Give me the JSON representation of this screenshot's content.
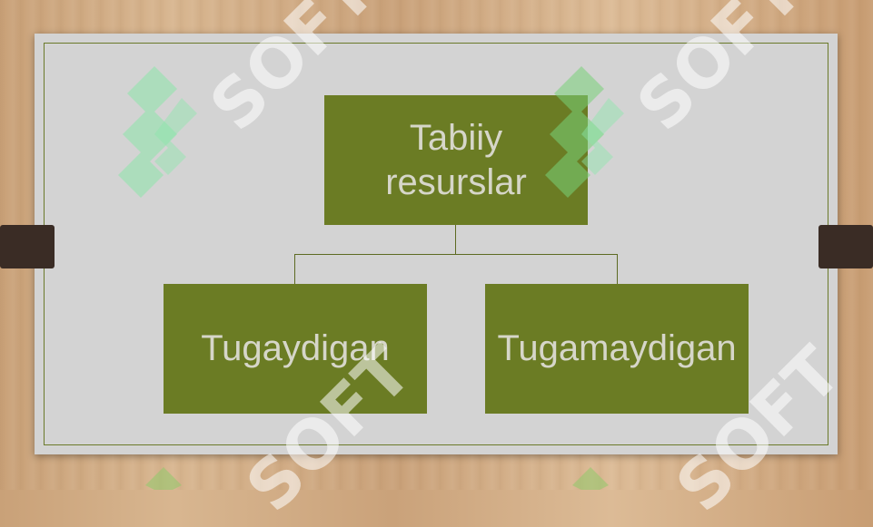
{
  "diagram": {
    "root": {
      "label_line1": "Tabiiy",
      "label_line2": "resurslar"
    },
    "children": [
      {
        "label": "Tugaydigan"
      },
      {
        "label": "Tugamaydigan"
      }
    ]
  },
  "watermark": {
    "text": "SOFT"
  },
  "colors": {
    "box_fill": "#6b7c24",
    "box_text": "#d6d6c9",
    "board": "#d3d3d3",
    "connector": "#5d6a22",
    "clip": "#3a2c25"
  }
}
